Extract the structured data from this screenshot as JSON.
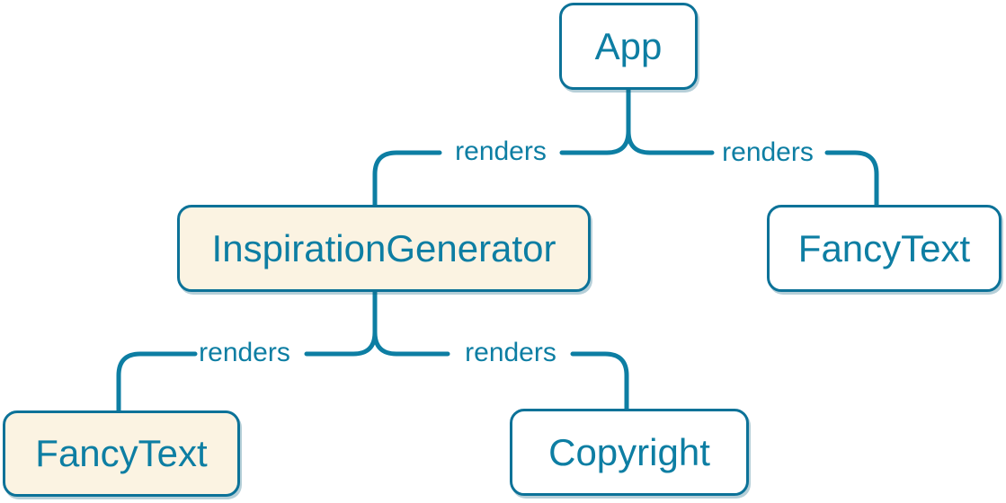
{
  "diagram": {
    "type": "component-render-tree",
    "colors": {
      "accent_blue": "#0d7ea3",
      "border_blue": "#0c7298",
      "highlight_fill": "#fbf3e2",
      "node_fill": "#ffffff",
      "background": "#ffffff"
    },
    "nodes": [
      {
        "id": "app",
        "label": "App",
        "variant": "default"
      },
      {
        "id": "inspiration-generator",
        "label": "InspirationGenerator",
        "variant": "highlight"
      },
      {
        "id": "fancy-text-top",
        "label": "FancyText",
        "variant": "default"
      },
      {
        "id": "fancy-text-bottom",
        "label": "FancyText",
        "variant": "highlight"
      },
      {
        "id": "copyright",
        "label": "Copyright",
        "variant": "default"
      }
    ],
    "edges": [
      {
        "from": "App",
        "to": "InspirationGenerator",
        "label": "renders"
      },
      {
        "from": "App",
        "to": "FancyText",
        "label": "renders"
      },
      {
        "from": "InspirationGenerator",
        "to": "FancyText",
        "label": "renders"
      },
      {
        "from": "InspirationGenerator",
        "to": "Copyright",
        "label": "renders"
      }
    ]
  }
}
